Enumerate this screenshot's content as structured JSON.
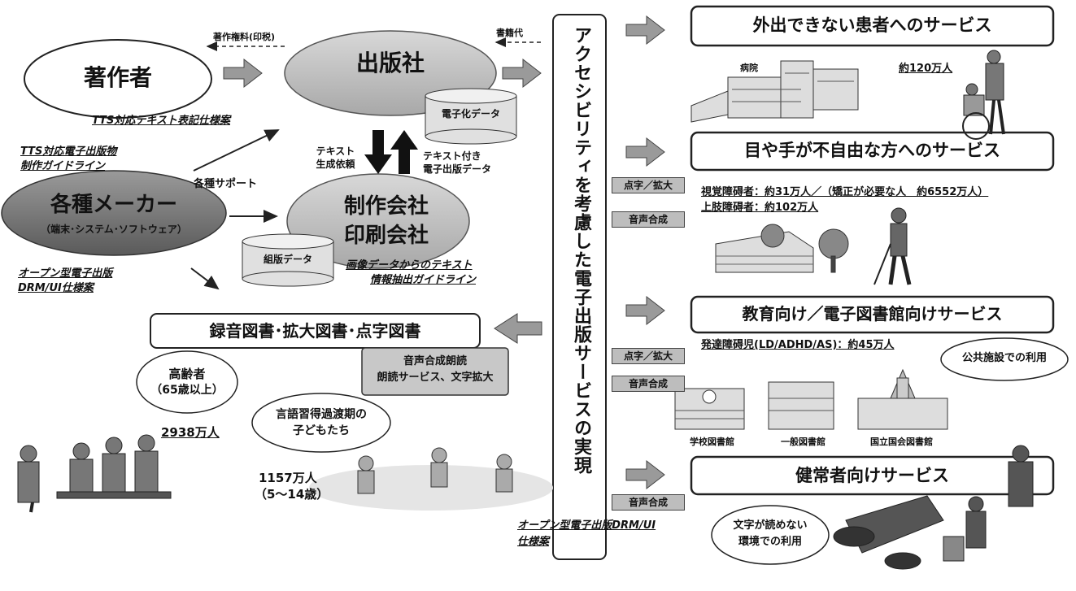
{
  "author": "著作者",
  "publisher": "出版社",
  "digital_data": "電子化データ",
  "royalty": "著作権料(印税)",
  "book_price": "書籍代",
  "tts_notation": "TTS対応テキスト表記仕様案",
  "tts_guideline": [
    "TTS対応電子出版物",
    "制作ガイドライン"
  ],
  "support": "各種サポート",
  "makers": "各種メーカー",
  "makers_sub": "（端末･システム･ソフトウェア）",
  "text_request": [
    "テキスト",
    "生成依頼"
  ],
  "text_ebook": [
    "テキスト付き",
    "電子出版データ"
  ],
  "production": [
    "制作会社",
    "印刷会社"
  ],
  "typeset_data": "組版データ",
  "image_guideline": [
    "画像データからのテキスト",
    "情報抽出ガイドライン"
  ],
  "open_drm_left": [
    "オープン型電子出版",
    "DRM/UI仕様案"
  ],
  "recorded_books": "録音図書･拡大図書･点字図書",
  "tts_reading": [
    "音声合成朗読",
    "朗読サービス、文字拡大"
  ],
  "elderly": [
    "高齢者",
    "（65歳以上）"
  ],
  "elderly_count": "2938万人",
  "children": [
    "言語習得過渡期の",
    "子どもたち"
  ],
  "children_count": [
    "1157万人",
    "（5～14歳）"
  ],
  "center_vertical": "アクセシビリティを考慮した電子出版サービスの実現",
  "service_patients": "外出できない患者へのサービス",
  "hospital": "病院",
  "patients_count": "約120万人",
  "service_disabled": "目や手が不自由な方へのサービス",
  "visual_impaired": "視覚障碍者：約31万人／（矯正が必要な人　約6552万人）",
  "limb_impaired": "上肢障碍者：約102万人",
  "tag_braille": "点字／拡大",
  "tag_tts": "音声合成",
  "service_edu": "教育向け／電子図書館向けサービス",
  "dev_disorder": "発達障碍児(LD/ADHD/AS)：約45万人",
  "public_use": "公共施設での利用",
  "school_library": "学校図書館",
  "general_library": "一般図書館",
  "national_library": "国立国会図書館",
  "service_healthy": "健常者向けサービス",
  "unreadable": [
    "文字が読めない",
    "環境での利用"
  ],
  "open_drm_bottom": [
    "オープン型電子出版DRM/UI",
    "仕様案"
  ]
}
